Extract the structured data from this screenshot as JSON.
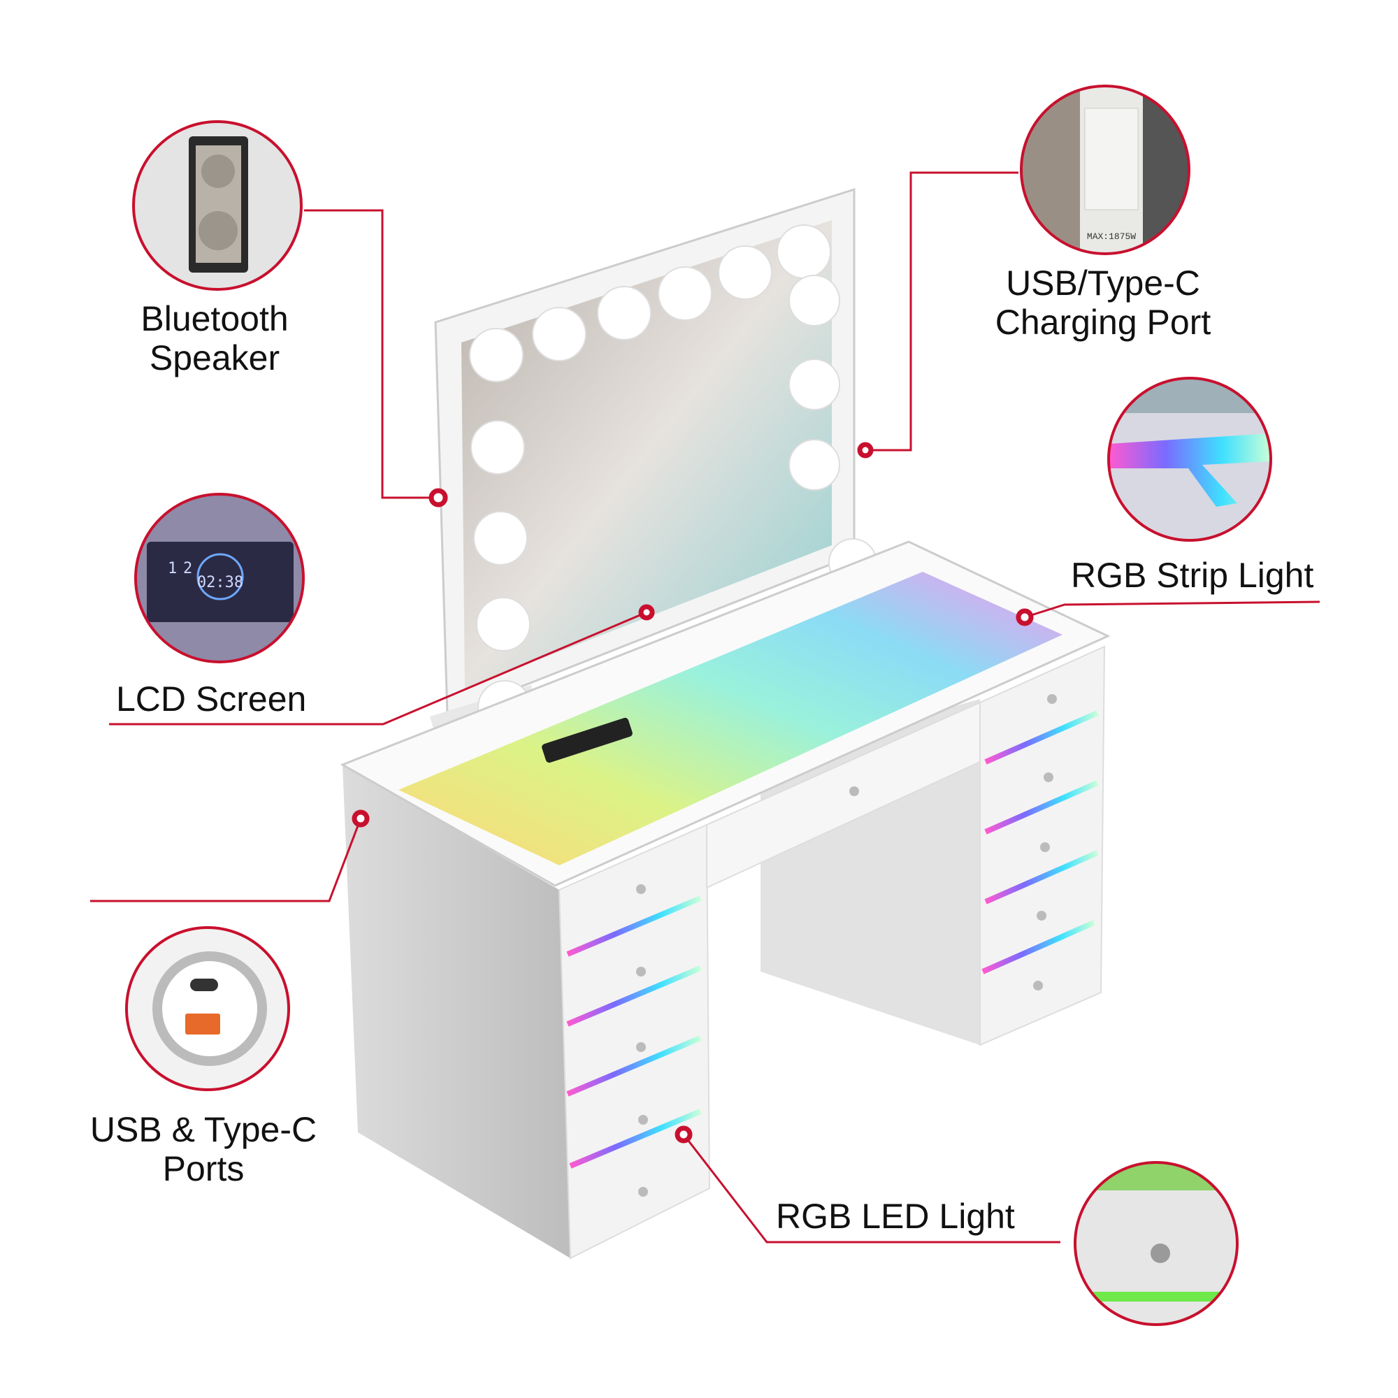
{
  "callouts": {
    "bluetooth_speaker": {
      "line1": "Bluetooth",
      "line2": "Speaker"
    },
    "charging_port": {
      "line1": "USB/Type-C",
      "line2": "Charging Port",
      "outlet_rating": "MAX:1875W"
    },
    "rgb_strip": {
      "label": "RGB Strip Light"
    },
    "lcd_screen": {
      "label": "LCD Screen",
      "display_month": "1",
      "display_day": "2",
      "display_time": "02:38"
    },
    "usb_ports": {
      "line1": "USB & Type-C",
      "line2": "Ports"
    },
    "rgb_led": {
      "label": "RGB LED Light"
    }
  },
  "colors": {
    "accent": "#c8102e",
    "text": "#111111",
    "furniture": "#f2f2f2"
  }
}
